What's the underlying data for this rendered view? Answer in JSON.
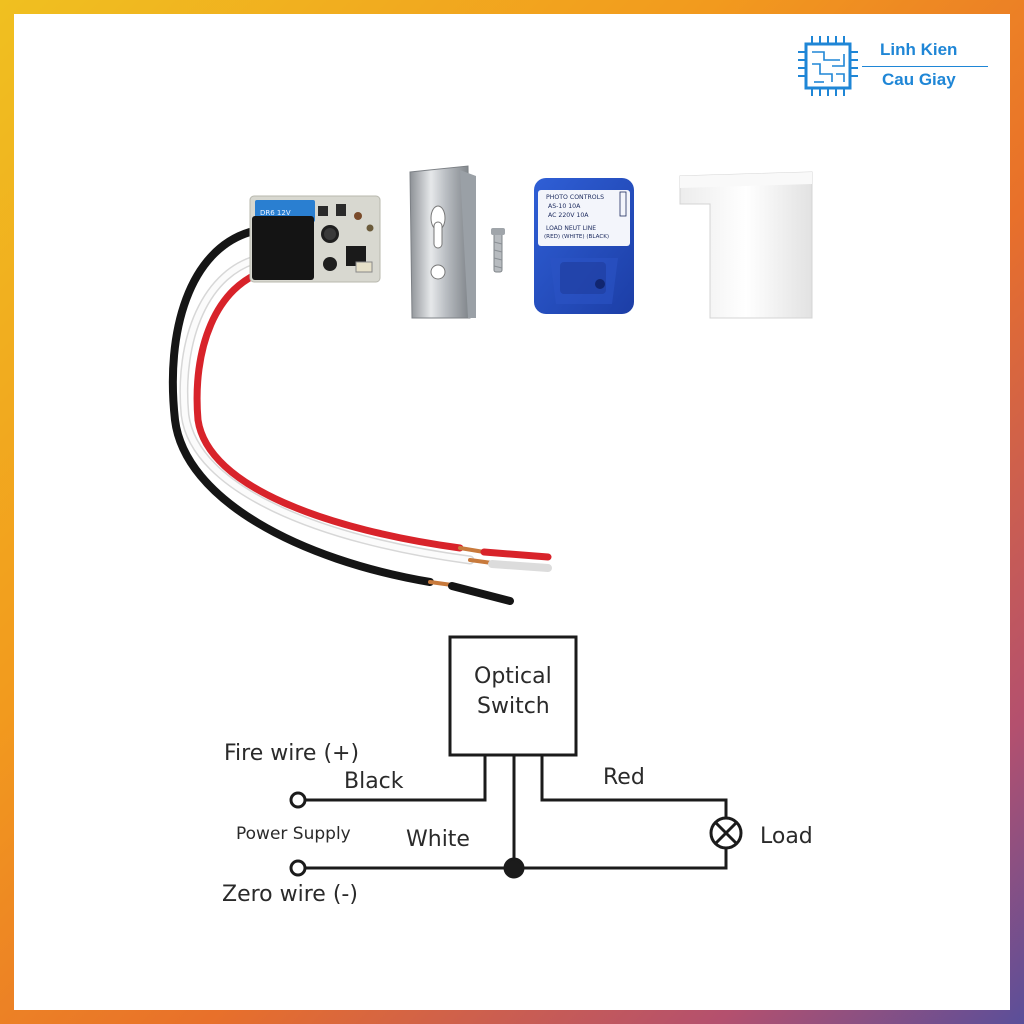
{
  "brand": {
    "line1": "Linh Kien",
    "line2": "Cau Giay"
  },
  "product": {
    "sensor_label": {
      "title": "PHOTO CONTROLS",
      "model": "AS-10   10A",
      "rating": "AC 220V 10A",
      "terminals": "LOAD   NEUT   LINE",
      "colors": "(RED) (WHITE) (BLACK)"
    }
  },
  "diagram": {
    "switch_line1": "Optical",
    "switch_line2": "Switch",
    "fire_wire": "Fire wire (+)",
    "black": "Black",
    "power_supply": "Power Supply",
    "white": "White",
    "zero_wire": "Zero wire (-)",
    "red": "Red",
    "load": "Load"
  },
  "colors": {
    "brand": "#1f86d6",
    "sensor_blue": "#2148b8",
    "wire_red": "#d8232a"
  }
}
